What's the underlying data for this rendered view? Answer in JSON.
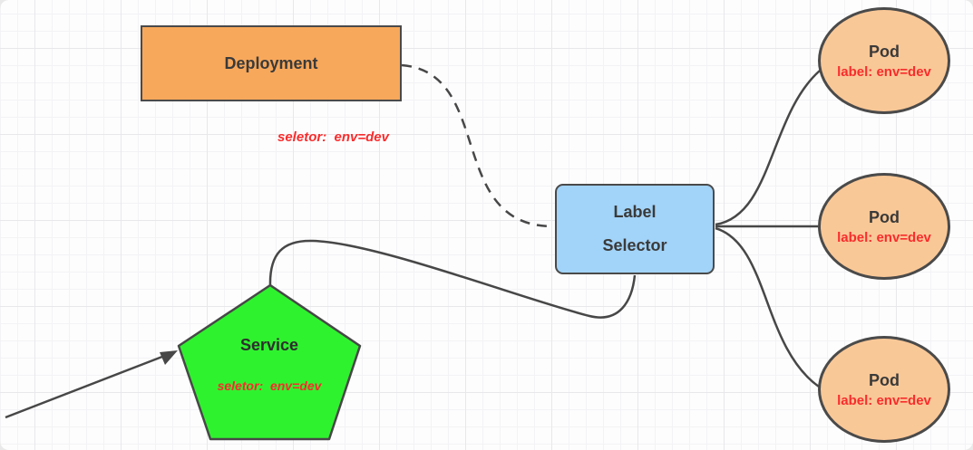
{
  "diagram": {
    "deployment": {
      "label": "Deployment",
      "note": "seletor:  env=dev"
    },
    "service": {
      "label": "Service",
      "note": "seletor:  env=dev"
    },
    "label_selector": {
      "line1": "Label",
      "line2": "Selector"
    },
    "pods": [
      {
        "title": "Pod",
        "label": "label: env=dev"
      },
      {
        "title": "Pod",
        "label": "label: env=dev"
      },
      {
        "title": "Pod",
        "label": "label: env=dev"
      }
    ],
    "colors": {
      "deployment_fill": "#f8a85b",
      "service_fill": "#2ff22f",
      "selector_fill": "#a2d3f8",
      "pod_fill": "#f9c897",
      "shape_border": "#4a4a4a",
      "connector": "#474747",
      "red_text": "#f92c2c",
      "dark_text": "#3a3a3a",
      "grid_minor": "#f3f3f5",
      "grid_major": "#e8e8eb"
    }
  }
}
